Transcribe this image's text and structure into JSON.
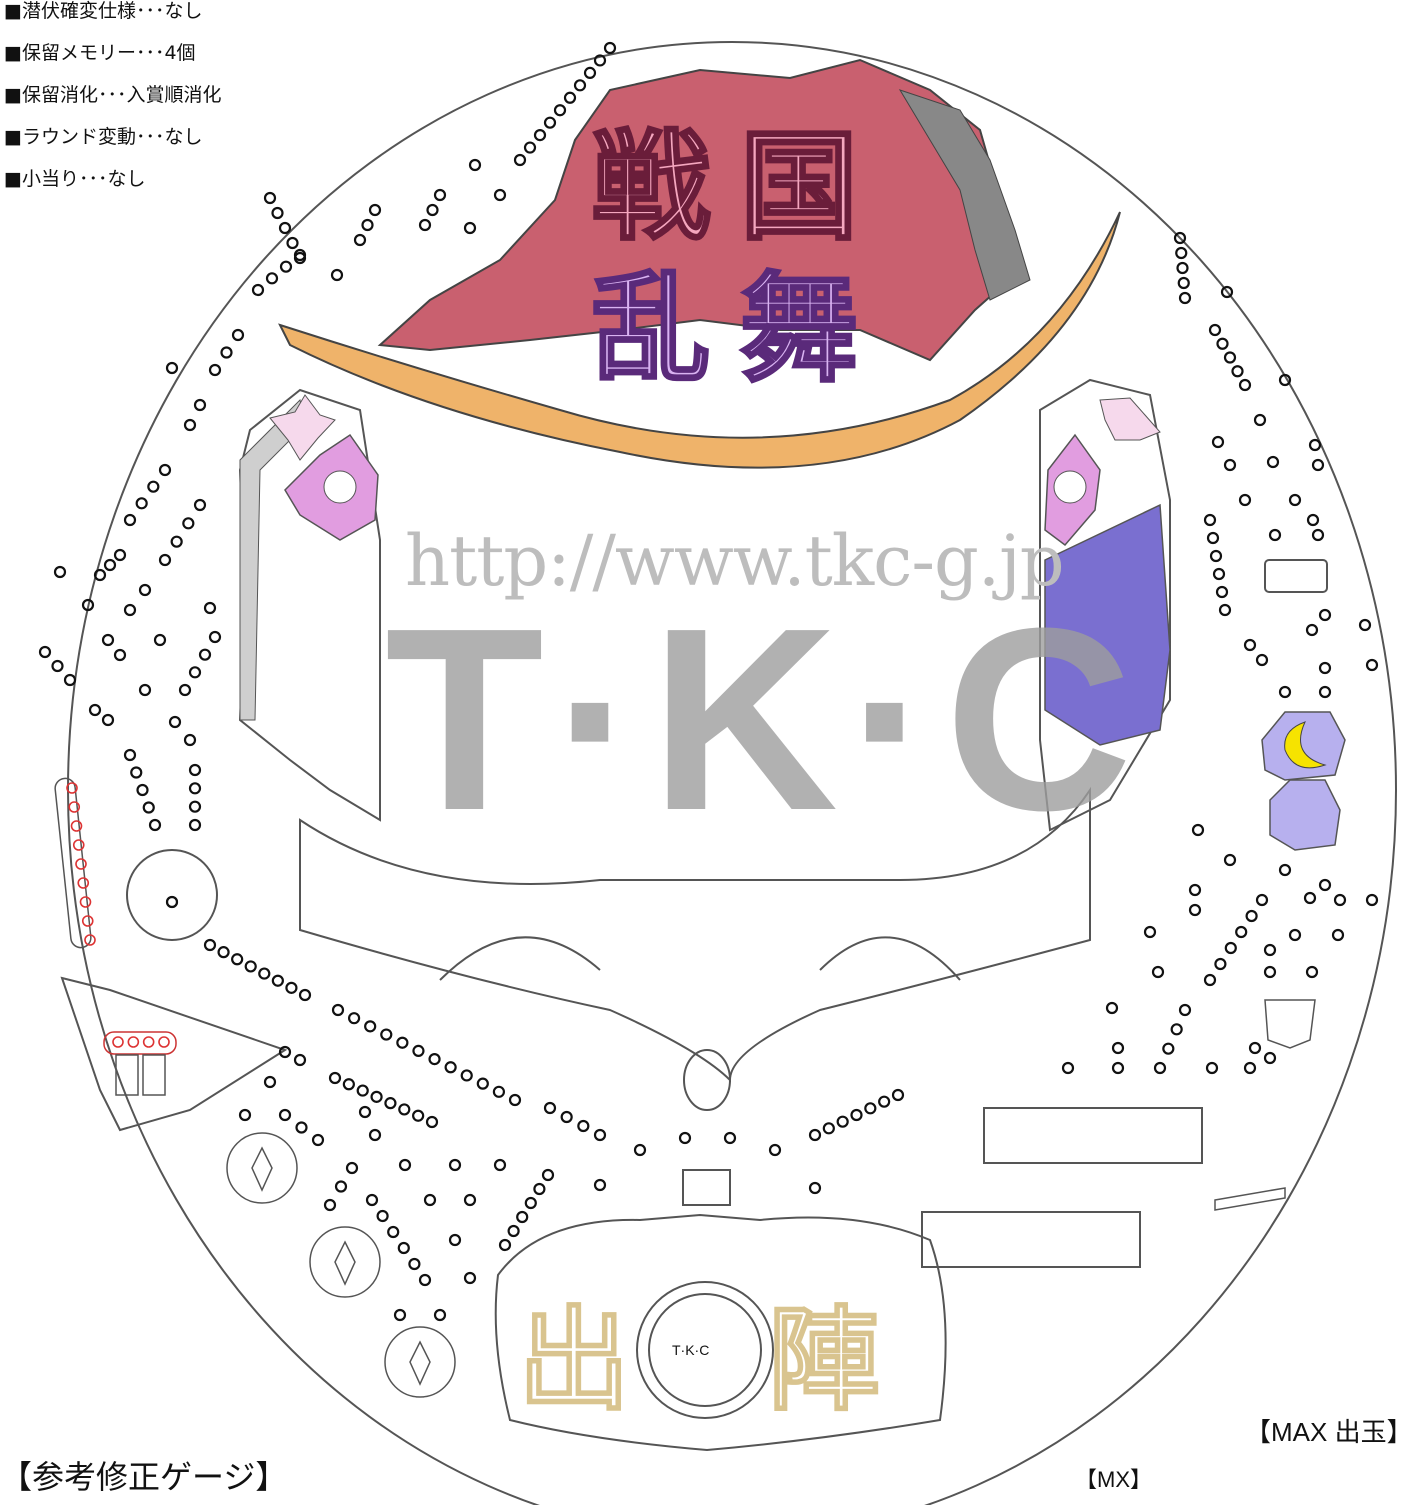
{
  "spec": {
    "items": [
      "■潜伏確変仕様･･･なし",
      "■保留メモリー･･･4個",
      "■保留消化･･･入賞順消化",
      "■ラウンド変動･･･なし",
      "■小当り･･･なし"
    ]
  },
  "board": {
    "logo_top": "戦国",
    "logo_bottom": "乱舞",
    "watermark_url": "http://www.tkc-g.jp",
    "watermark_brand": "T·K·C",
    "shutsujin": "出陣",
    "hub_label": "T·K·C"
  },
  "footer": {
    "gauge_title": "【参考修正ゲージ】",
    "max_label": "【MAX 出玉】",
    "mx_label": "【MX】"
  },
  "colors": {
    "logo_pink": "#f5a7bf",
    "logo_lavender": "#d9b3f2",
    "helmet_red": "#c9606f",
    "crescent_gold": "#efb36a",
    "gauge_blue": "#7a6fd0",
    "moon_yellow": "#f6e300",
    "watermark_gray": "#9e9e9e"
  }
}
